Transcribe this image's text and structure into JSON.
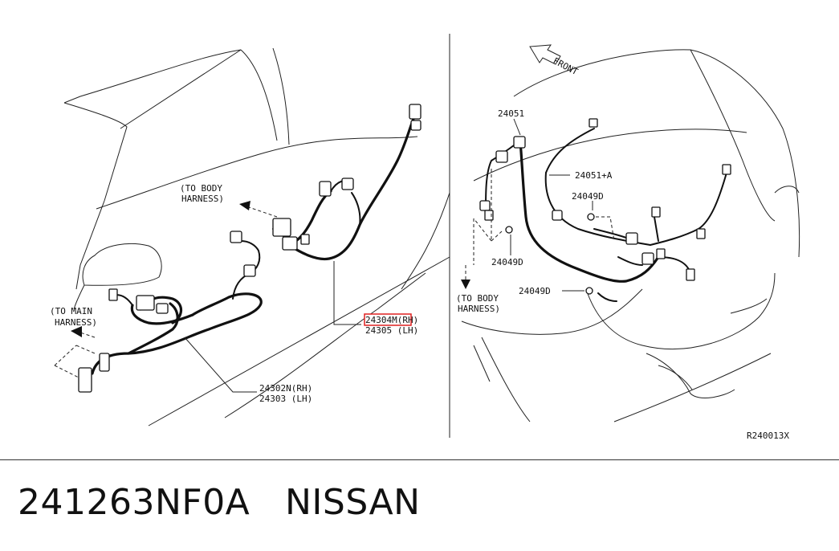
{
  "diagram": {
    "labels": {
      "to_body_harness_left_1": "(TO BODY",
      "to_body_harness_left_2": "HARNESS)",
      "to_main_harness_1": "(TO MAIN",
      "to_main_harness_2": "HARNESS)",
      "part_24304m_rh": "24304M(RH)",
      "part_24305_lh": "24305 (LH)",
      "part_24302n_rh": "24302N(RH)",
      "part_24303_lh": "24303 (LH)",
      "front": "FRONT",
      "part_24051": "24051",
      "part_24051a": "24051+A",
      "part_24049d_1": "24049D",
      "part_24049d_2": "24049D",
      "part_24049d_3": "24049D",
      "to_body_harness_right_1": "(TO BODY",
      "to_body_harness_right_2": "HARNESS)",
      "drawing_code": "R240013X"
    },
    "highlight_color": "#e02020"
  },
  "footer": {
    "part_number": "241263NF0A",
    "brand": "NISSAN"
  }
}
